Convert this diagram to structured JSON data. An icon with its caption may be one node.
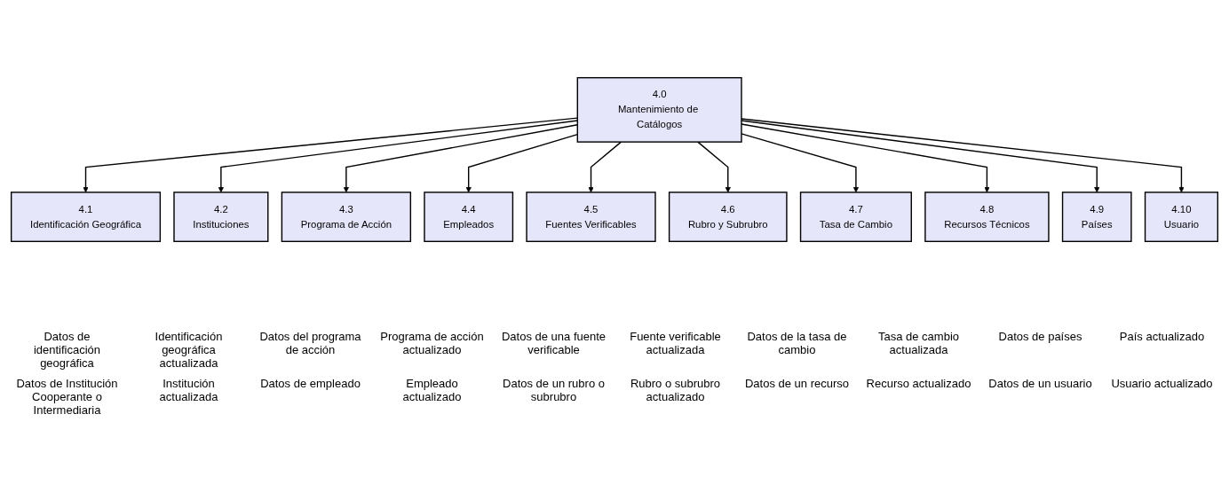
{
  "diagram": {
    "nodes": [
      {
        "text": [
          "4.0",
          "Mantenimiento de Catálogos"
        ]
      },
      {
        "text": [
          "4.1",
          "Identificación Geográfica"
        ]
      },
      {
        "text": [
          "4.3",
          "Programa de Acción"
        ]
      },
      {
        "text": [
          "4.5",
          "Fuentes Verificables"
        ]
      },
      {
        "text": [
          "4.7",
          "Tasa de Cambio"
        ]
      },
      {
        "text": [
          "4.9",
          "Países"
        ]
      },
      {
        "text": [
          "4.2",
          "Instituciones"
        ]
      },
      {
        "text": [
          "4.4",
          "Empleados"
        ]
      },
      {
        "text": [
          "4.6",
          "Rubro y Subrubro"
        ]
      },
      {
        "text": [
          "4.8",
          "Recursos Técnicos"
        ]
      },
      {
        "text": [
          "4.10",
          "Usuario"
        ]
      }
    ],
    "edges": [
      {
        "from": 0,
        "to": 1,
        "arrow": "to"
      },
      {
        "from": 0,
        "to": 6,
        "arrow": "to"
      },
      {
        "from": 0,
        "to": 2,
        "arrow": "to"
      },
      {
        "from": 0,
        "to": 7,
        "arrow": "to"
      },
      {
        "from": 0,
        "to": 3,
        "arrow": "to"
      },
      {
        "from": 0,
        "to": 8,
        "arrow": "to"
      },
      {
        "from": 0,
        "to": 4,
        "arrow": "to"
      },
      {
        "from": 0,
        "to": 9,
        "arrow": "to"
      },
      {
        "from": 0,
        "to": 5,
        "arrow": "to"
      },
      {
        "from": 0,
        "to": 10,
        "arrow": "to"
      }
    ],
    "labels": [
      "Datos de identificación geográfica",
      "Identificación geográfica actualizada",
      "Datos del programa de acción",
      "Programa de acción actualizado",
      "Datos de una fuente verificable",
      "Fuente verificable actualizada",
      "Datos de la tasa de cambio",
      "Tasa de cambio actualizada",
      "Datos de países",
      "País actualizado",
      "Datos de Institución Cooperante o Intermediaria",
      "Institución actualizada",
      "Datos de empleado",
      "Empleado actualizado",
      "Datos de un rubro o subrubro",
      "Rubro o subrubro actualizado",
      "Datos de un recurso",
      "Recurso actualizado",
      "Datos de un usuario",
      "Usuario actualizado"
    ]
  }
}
